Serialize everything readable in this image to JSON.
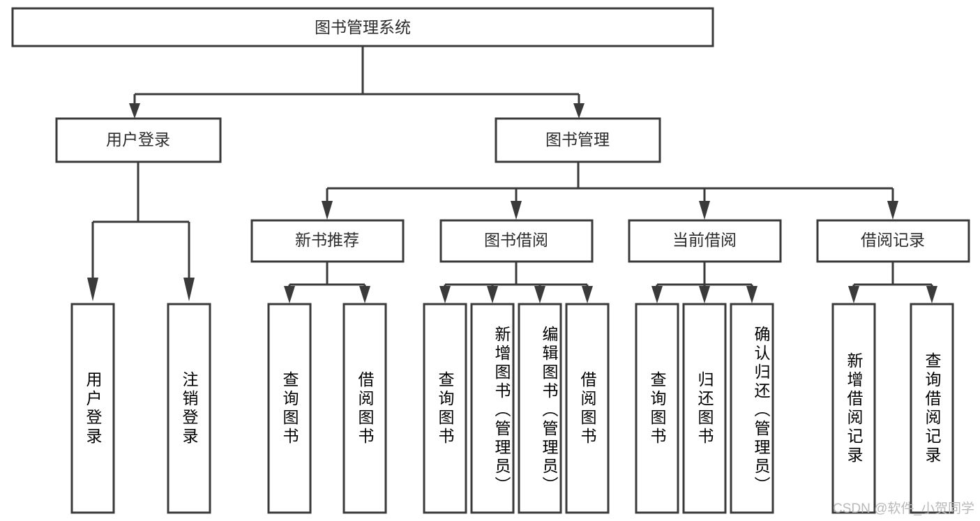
{
  "diagram": {
    "title": "图书管理系统",
    "type": "tree-hierarchy",
    "watermark": "CSDN @软件_小贺同学",
    "colors": {
      "stroke": "#3a3a3a",
      "fill": "#ffffff",
      "text": "#2b2b2b",
      "watermark": "#b9b9b9",
      "background": "#ffffff"
    },
    "root": {
      "label": "图书管理系统"
    },
    "level2": [
      {
        "label": "用户登录"
      },
      {
        "label": "图书管理"
      }
    ],
    "level3": [
      {
        "label": "新书推荐"
      },
      {
        "label": "图书借阅"
      },
      {
        "label": "当前借阅"
      },
      {
        "label": "借阅记录"
      }
    ],
    "leaves": {
      "user_login": [
        {
          "label": "用户登录"
        },
        {
          "label": "注销登录"
        }
      ],
      "new_book_recommend": [
        {
          "label": "查询图书"
        },
        {
          "label": "借阅图书"
        }
      ],
      "book_borrow": [
        {
          "label": "查询图书"
        },
        {
          "label": "新增图书（管理员）"
        },
        {
          "label": "编辑图书（管理员）"
        },
        {
          "label": "借阅图书"
        }
      ],
      "current_borrow": [
        {
          "label": "查询图书"
        },
        {
          "label": "归还图书"
        },
        {
          "label": "确认归还（管理员）"
        }
      ],
      "borrow_record": [
        {
          "label": "新增借阅记录"
        },
        {
          "label": "查询借阅记录"
        }
      ]
    }
  }
}
